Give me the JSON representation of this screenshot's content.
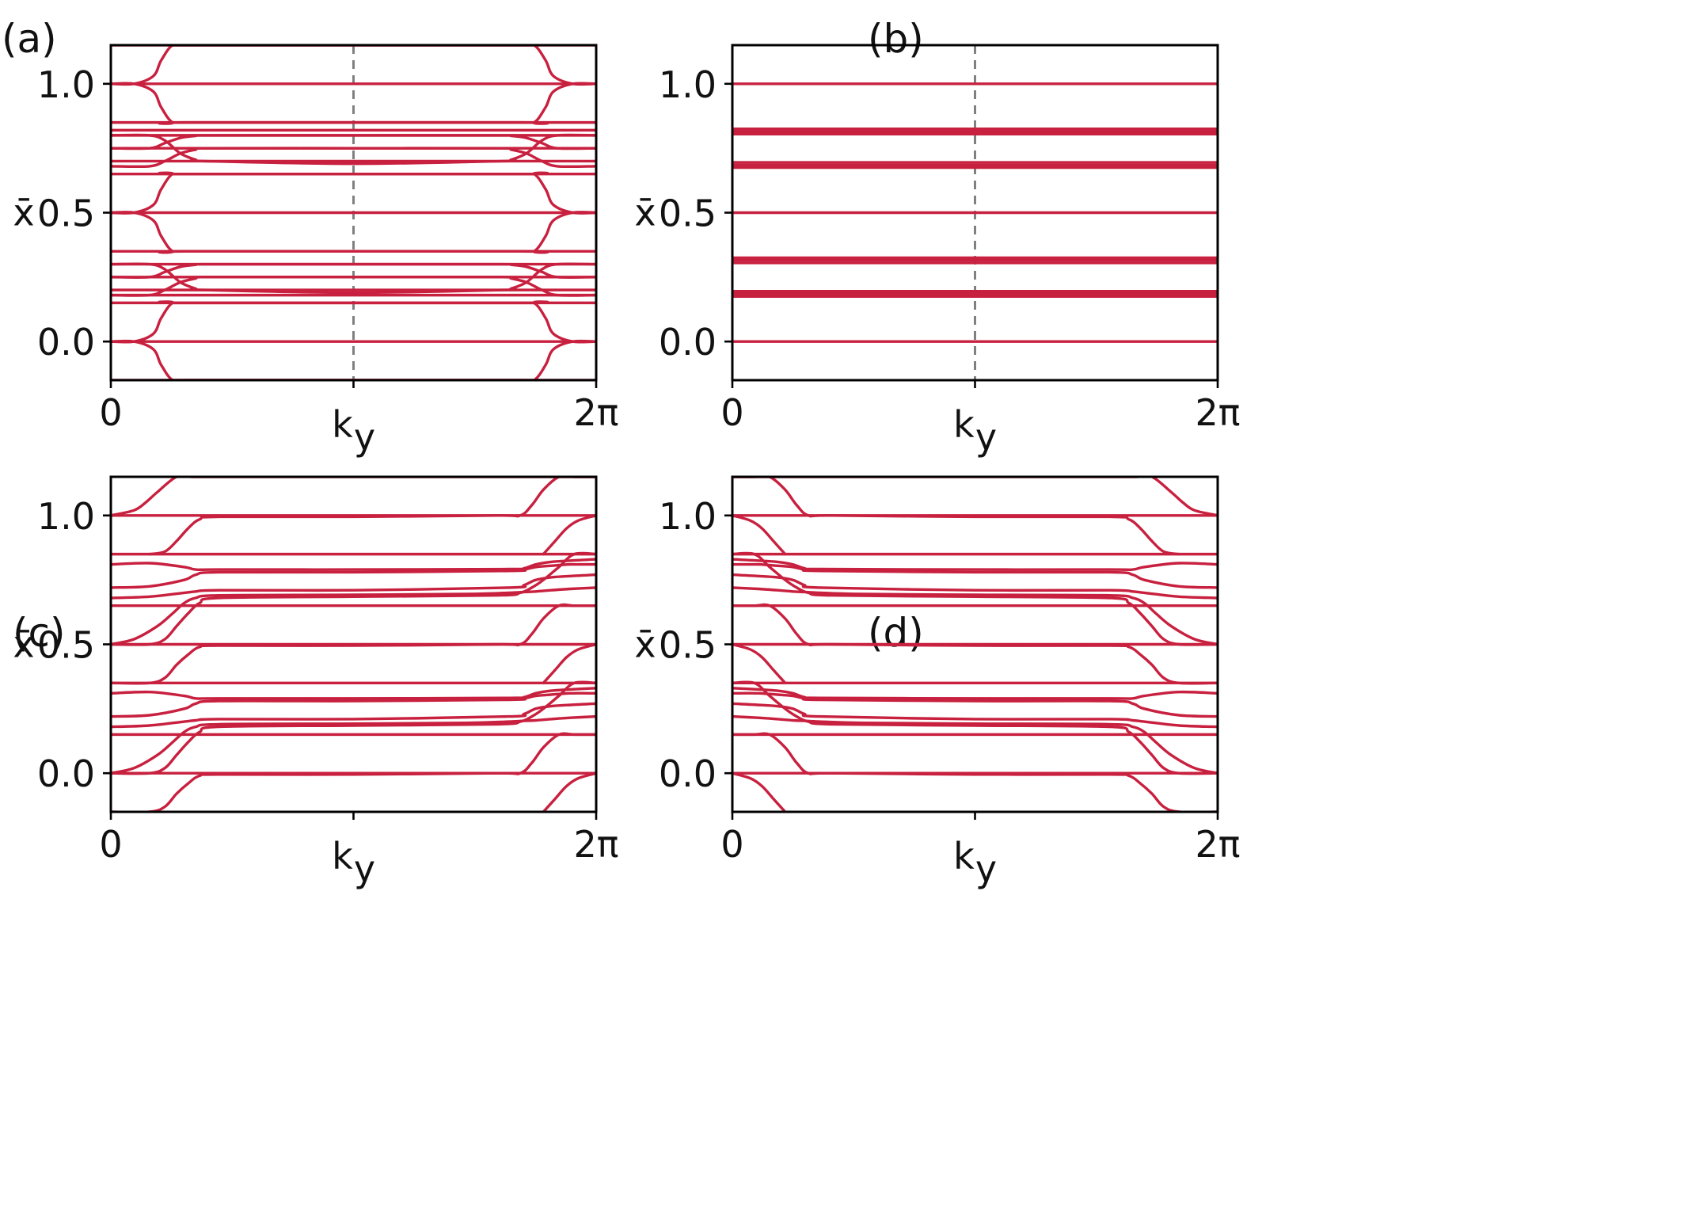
{
  "colors": {
    "line": "#c8203f",
    "frame": "#000000",
    "guide": "#808080"
  },
  "chart_data": [
    {
      "type": "line",
      "panel_label": "(a)",
      "ylabel": "x̄",
      "xlabel": "k",
      "xlabel_sub": "y",
      "xlim": [
        0,
        6.2832
      ],
      "ylim": [
        -0.15,
        1.15
      ],
      "xticks": [
        {
          "value": 0,
          "label": "0"
        },
        {
          "value": 6.2832,
          "label": "2π"
        }
      ],
      "yticks": [
        {
          "value": 0.0,
          "label": "0.0"
        },
        {
          "value": 0.5,
          "label": "0.5"
        },
        {
          "value": 1.0,
          "label": "1.0"
        }
      ],
      "vline": 3.1416,
      "flat_levels": [
        -0.15,
        0.0,
        0.15,
        0.18,
        0.2,
        0.25,
        0.3,
        0.35,
        0.5,
        0.65,
        0.7,
        0.75,
        0.8,
        0.82,
        0.85,
        1.0,
        1.15
      ],
      "series": [
        {
          "x": [
            0,
            0.3,
            0.55,
            0.65,
            0.8,
            1.0,
            5.28,
            5.48,
            5.63,
            5.73,
            5.98,
            6.2832
          ],
          "y": [
            0.0,
            0.0,
            0.03,
            0.09,
            0.15,
            0.15,
            0.15,
            0.15,
            0.09,
            0.03,
            0.0,
            0.0
          ]
        },
        {
          "x": [
            0,
            0.3,
            0.55,
            0.65,
            0.8,
            1.0,
            5.28,
            5.48,
            5.63,
            5.73,
            5.98,
            6.2832
          ],
          "y": [
            0.0,
            0.0,
            -0.03,
            -0.09,
            -0.15,
            -0.15,
            -0.15,
            -0.15,
            -0.09,
            -0.03,
            0.0,
            0.0
          ]
        },
        {
          "x": [
            0,
            0.3,
            0.55,
            0.65,
            0.8,
            1.0,
            5.28,
            5.48,
            5.63,
            5.73,
            5.98,
            6.2832
          ],
          "y": [
            0.5,
            0.5,
            0.47,
            0.41,
            0.35,
            0.35,
            0.35,
            0.35,
            0.41,
            0.47,
            0.5,
            0.5
          ]
        },
        {
          "x": [
            0,
            0.3,
            0.55,
            0.65,
            0.8,
            1.0,
            5.28,
            5.48,
            5.63,
            5.73,
            5.98,
            6.2832
          ],
          "y": [
            0.5,
            0.5,
            0.53,
            0.59,
            0.65,
            0.65,
            0.65,
            0.65,
            0.59,
            0.53,
            0.5,
            0.5
          ]
        },
        {
          "x": [
            0,
            0.3,
            0.55,
            0.65,
            0.8,
            1.0,
            5.28,
            5.48,
            5.63,
            5.73,
            5.98,
            6.2832
          ],
          "y": [
            1.0,
            1.0,
            0.97,
            0.91,
            0.85,
            0.85,
            0.85,
            0.85,
            0.91,
            0.97,
            1.0,
            1.0
          ]
        },
        {
          "x": [
            0,
            0.3,
            0.55,
            0.65,
            0.8,
            1.0,
            5.28,
            5.48,
            5.63,
            5.73,
            5.98,
            6.2832
          ],
          "y": [
            1.0,
            1.0,
            1.03,
            1.09,
            1.15,
            1.15,
            1.15,
            1.15,
            1.09,
            1.03,
            1.0,
            1.0
          ]
        },
        {
          "x": [
            0,
            0.5,
            0.7,
            0.9,
            1.1,
            1.2,
            3.1416,
            5.08,
            5.18,
            5.38,
            5.58,
            5.78,
            6.2832
          ],
          "y": [
            0.18,
            0.18,
            0.2,
            0.23,
            0.245,
            0.25,
            0.25,
            0.25,
            0.245,
            0.23,
            0.2,
            0.18,
            0.18
          ]
        },
        {
          "x": [
            0,
            0.5,
            0.7,
            0.9,
            1.1,
            1.2,
            3.1416,
            5.08,
            5.18,
            5.38,
            5.58,
            5.78,
            6.2832
          ],
          "y": [
            0.3,
            0.3,
            0.28,
            0.23,
            0.205,
            0.2,
            0.19,
            0.2,
            0.205,
            0.23,
            0.28,
            0.3,
            0.3
          ]
        },
        {
          "x": [
            0,
            0.5,
            0.7,
            0.9,
            1.1,
            1.2,
            3.1416,
            5.08,
            5.18,
            5.38,
            5.58,
            5.78,
            6.2832
          ],
          "y": [
            0.25,
            0.25,
            0.27,
            0.29,
            0.298,
            0.3,
            0.3,
            0.3,
            0.298,
            0.29,
            0.27,
            0.25,
            0.25
          ]
        },
        {
          "x": [
            0,
            0.5,
            0.7,
            0.9,
            1.1,
            1.2,
            3.1416,
            5.08,
            5.18,
            5.38,
            5.58,
            5.78,
            6.2832
          ],
          "y": [
            0.68,
            0.68,
            0.7,
            0.73,
            0.745,
            0.75,
            0.75,
            0.75,
            0.745,
            0.73,
            0.7,
            0.68,
            0.68
          ]
        },
        {
          "x": [
            0,
            0.5,
            0.7,
            0.9,
            1.1,
            1.2,
            3.1416,
            5.08,
            5.18,
            5.38,
            5.58,
            5.78,
            6.2832
          ],
          "y": [
            0.8,
            0.8,
            0.78,
            0.73,
            0.705,
            0.7,
            0.69,
            0.7,
            0.705,
            0.73,
            0.78,
            0.8,
            0.8
          ]
        },
        {
          "x": [
            0,
            0.5,
            0.7,
            0.9,
            1.1,
            1.2,
            3.1416,
            5.08,
            5.18,
            5.38,
            5.58,
            5.78,
            6.2832
          ],
          "y": [
            0.75,
            0.75,
            0.77,
            0.79,
            0.798,
            0.8,
            0.8,
            0.8,
            0.798,
            0.79,
            0.77,
            0.75,
            0.75
          ]
        }
      ]
    },
    {
      "type": "line",
      "panel_label": "(b)",
      "ylabel": "x̄",
      "xlabel": "k",
      "xlabel_sub": "y",
      "xlim": [
        0,
        6.2832
      ],
      "ylim": [
        -0.15,
        1.15
      ],
      "xticks": [
        {
          "value": 0,
          "label": "0"
        },
        {
          "value": 6.2832,
          "label": "2π"
        }
      ],
      "yticks": [
        {
          "value": 0.0,
          "label": "0.0"
        },
        {
          "value": 0.5,
          "label": "0.5"
        },
        {
          "value": 1.0,
          "label": "1.0"
        }
      ],
      "vline": 3.1416,
      "flat_levels": [
        0.0,
        0.175,
        0.185,
        0.195,
        0.305,
        0.315,
        0.325,
        0.5,
        0.675,
        0.685,
        0.695,
        0.805,
        0.815,
        0.825,
        1.0
      ],
      "series": []
    },
    {
      "type": "line",
      "panel_label": "(c)",
      "ylabel": "x̄",
      "xlabel": "k",
      "xlabel_sub": "y",
      "xlim": [
        0,
        6.2832
      ],
      "ylim": [
        -0.15,
        1.15
      ],
      "xticks": [
        {
          "value": 0,
          "label": "0"
        },
        {
          "value": 3.1416,
          "label": ""
        },
        {
          "value": 6.2832,
          "label": "2π"
        }
      ],
      "yticks": [
        {
          "value": 0.0,
          "label": "0.0"
        },
        {
          "value": 0.5,
          "label": "0.5"
        },
        {
          "value": 1.0,
          "label": "1.0"
        }
      ],
      "flat_levels": [
        0.0,
        0.15,
        0.35,
        0.5,
        0.65,
        0.85,
        1.0
      ],
      "series": [
        {
          "x": [
            0,
            0.3,
            0.6,
            0.8,
            0.95,
            1.1,
            1.4,
            3.1416,
            4.6,
            5.15,
            5.35,
            5.5,
            5.7,
            5.95,
            6.2832
          ],
          "y": [
            0.0,
            0.02,
            0.07,
            0.12,
            0.16,
            0.18,
            0.19,
            0.192,
            0.195,
            0.2,
            0.203,
            0.205,
            0.21,
            0.215,
            0.22
          ]
        },
        {
          "x": [
            0,
            0.5,
            0.95,
            1.1,
            1.4,
            3.1416,
            5.15,
            5.35,
            5.5,
            5.7,
            5.95,
            6.2832
          ],
          "y": [
            0.18,
            0.185,
            0.2,
            0.205,
            0.21,
            0.21,
            0.22,
            0.23,
            0.25,
            0.26,
            0.265,
            0.27
          ]
        },
        {
          "x": [
            0,
            0.5,
            0.95,
            1.1,
            1.4,
            3.1416,
            5.15,
            5.35,
            5.5,
            5.7,
            5.95,
            6.2832
          ],
          "y": [
            0.22,
            0.225,
            0.25,
            0.27,
            0.28,
            0.28,
            0.285,
            0.29,
            0.3,
            0.305,
            0.31,
            0.31
          ]
        },
        {
          "x": [
            0,
            0.5,
            0.95,
            1.1,
            1.4,
            3.1416,
            5.15,
            5.35,
            5.5,
            5.7,
            5.95,
            6.2832
          ],
          "y": [
            0.31,
            0.315,
            0.3,
            0.29,
            0.29,
            0.29,
            0.292,
            0.295,
            0.31,
            0.32,
            0.325,
            0.33
          ]
        },
        {
          "x": [
            0,
            0.3,
            0.6,
            0.8,
            0.95,
            1.1,
            1.4,
            3.1416,
            4.6,
            5.15,
            5.35,
            5.5,
            5.7,
            5.95,
            6.2832
          ],
          "y": [
            0.5,
            0.52,
            0.57,
            0.62,
            0.66,
            0.68,
            0.69,
            0.692,
            0.695,
            0.7,
            0.703,
            0.705,
            0.71,
            0.715,
            0.72
          ]
        },
        {
          "x": [
            0,
            0.5,
            0.95,
            1.1,
            1.4,
            3.1416,
            5.15,
            5.35,
            5.5,
            5.7,
            5.95,
            6.2832
          ],
          "y": [
            0.68,
            0.685,
            0.7,
            0.705,
            0.71,
            0.71,
            0.72,
            0.73,
            0.75,
            0.76,
            0.765,
            0.77
          ]
        },
        {
          "x": [
            0,
            0.5,
            0.95,
            1.1,
            1.4,
            3.1416,
            5.15,
            5.35,
            5.5,
            5.7,
            5.95,
            6.2832
          ],
          "y": [
            0.72,
            0.725,
            0.75,
            0.77,
            0.78,
            0.78,
            0.785,
            0.79,
            0.8,
            0.805,
            0.81,
            0.81
          ]
        },
        {
          "x": [
            0,
            0.5,
            0.95,
            1.1,
            1.4,
            3.1416,
            5.15,
            5.35,
            5.5,
            5.7,
            5.95,
            6.2832
          ],
          "y": [
            0.81,
            0.815,
            0.8,
            0.79,
            0.79,
            0.79,
            0.792,
            0.795,
            0.81,
            0.82,
            0.825,
            0.83
          ]
        },
        {
          "x": [
            0,
            0.3,
            0.45,
            0.6,
            0.85,
            1.05,
            1.3,
            3.1416,
            4.98,
            5.23,
            5.43,
            5.68,
            5.83,
            6.05,
            6.2832
          ],
          "y": [
            1.0,
            1.02,
            1.05,
            1.09,
            1.15,
            1.15,
            1.15,
            1.15,
            1.15,
            1.15,
            1.15,
            1.15,
            1.15,
            1.15,
            1.15
          ]
        },
        {
          "x": [
            0.5,
            0.7,
            0.85,
            1.0,
            1.15,
            1.4,
            3.1416,
            5.0,
            5.3,
            5.45,
            5.6,
            5.8,
            6.0,
            6.2832
          ],
          "y": [
            0.85,
            0.86,
            0.9,
            0.95,
            0.985,
            0.995,
            0.995,
            1.0,
            1.0,
            1.04,
            1.1,
            1.15,
            1.15,
            1.15
          ]
        },
        {
          "x": [
            0,
            0.5,
            0.7,
            0.85,
            1.0,
            1.15,
            1.4,
            3.1416,
            5.0,
            5.3,
            5.45,
            5.6,
            5.8,
            6.0,
            6.2832
          ],
          "y": [
            0.5,
            0.5,
            0.52,
            0.57,
            0.62,
            0.66,
            0.68,
            0.685,
            0.69,
            0.7,
            0.72,
            0.75,
            0.8,
            0.85,
            0.85
          ]
        },
        {
          "x": [
            0,
            0.5,
            0.7,
            0.85,
            1.0,
            1.15,
            1.4,
            3.1416,
            5.0,
            5.3,
            5.45,
            5.6,
            5.8,
            6.0,
            6.2832
          ],
          "y": [
            0.35,
            0.35,
            0.37,
            0.42,
            0.46,
            0.49,
            0.495,
            0.495,
            0.5,
            0.5,
            0.54,
            0.6,
            0.65,
            0.65,
            0.65
          ]
        },
        {
          "x": [
            0,
            0.5,
            0.7,
            0.85,
            1.0,
            1.15,
            1.4,
            3.1416,
            5.0,
            5.3,
            5.45,
            5.6,
            5.8,
            6.0,
            6.2832
          ],
          "y": [
            0.0,
            0.0,
            0.02,
            0.07,
            0.12,
            0.16,
            0.18,
            0.185,
            0.19,
            0.2,
            0.22,
            0.25,
            0.3,
            0.35,
            0.35
          ]
        },
        {
          "x": [
            0,
            0.5,
            0.7,
            0.85,
            1.0,
            1.15,
            1.4,
            3.1416,
            5.0,
            5.3,
            5.45,
            5.6,
            5.8,
            6.0,
            6.2832
          ],
          "y": [
            -0.15,
            -0.15,
            -0.13,
            -0.08,
            -0.04,
            -0.01,
            -0.005,
            -0.005,
            0.0,
            0.0,
            0.04,
            0.1,
            0.15,
            0.15,
            0.15
          ]
        },
        {
          "x": [
            5.6,
            5.75,
            5.9,
            6.05,
            6.2832
          ],
          "y": [
            -0.15,
            -0.1,
            -0.05,
            -0.02,
            0.0
          ]
        },
        {
          "x": [
            5.6,
            5.75,
            5.9,
            6.05,
            6.2832
          ],
          "y": [
            0.35,
            0.4,
            0.45,
            0.48,
            0.5
          ]
        },
        {
          "x": [
            5.6,
            5.75,
            5.9,
            6.05,
            6.2832
          ],
          "y": [
            0.85,
            0.9,
            0.95,
            0.98,
            1.0
          ]
        }
      ]
    },
    {
      "type": "line",
      "panel_label": "(d)",
      "ylabel": "x̄",
      "xlabel": "k",
      "xlabel_sub": "y",
      "xlim": [
        0,
        6.2832
      ],
      "ylim": [
        -0.15,
        1.15
      ],
      "xticks": [
        {
          "value": 0,
          "label": "0"
        },
        {
          "value": 3.1416,
          "label": ""
        },
        {
          "value": 6.2832,
          "label": "2π"
        }
      ],
      "yticks": [
        {
          "value": 0.0,
          "label": "0.0"
        },
        {
          "value": 0.5,
          "label": "0.5"
        },
        {
          "value": 1.0,
          "label": "1.0"
        }
      ],
      "flat_levels": [
        0.0,
        0.15,
        0.35,
        0.5,
        0.65,
        0.85,
        1.0
      ],
      "mirror_of": 2
    }
  ]
}
